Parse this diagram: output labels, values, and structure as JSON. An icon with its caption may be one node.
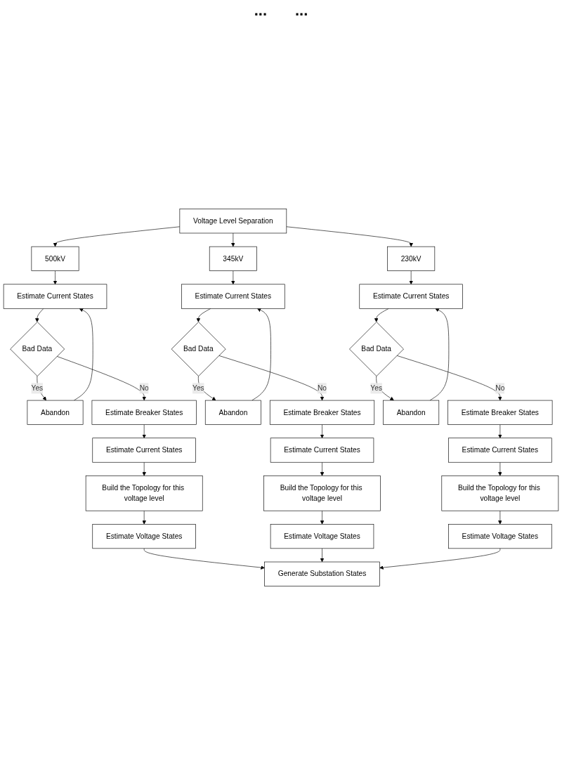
{
  "diagram": {
    "nodes": [
      {
        "text": [
          "Voltage Level Separation"
        ]
      },
      {
        "text": [
          "500kV"
        ]
      },
      {
        "text": [
          "Estimate Current States"
        ]
      },
      {
        "text": [
          "Abandon"
        ]
      },
      {
        "text": [
          "Bad Data"
        ]
      },
      {
        "text": [
          "Estimate Breaker States"
        ]
      },
      {
        "text": [
          "Estimate Current States"
        ]
      },
      {
        "text": [
          "Build the Topology for this voltage level"
        ]
      },
      {
        "text": [
          "Estimate Voltage States"
        ]
      },
      {
        "text": [
          "345kV"
        ]
      },
      {
        "text": [
          "Estimate Current States"
        ]
      },
      {
        "text": [
          "Abandon"
        ]
      },
      {
        "text": [
          "Bad Data"
        ]
      },
      {
        "text": [
          "Estimate Breaker States"
        ]
      },
      {
        "text": [
          "Estimate Current States"
        ]
      },
      {
        "text": [
          "Build the Topology for this voltage level"
        ]
      },
      {
        "text": [
          "Estimate Voltage States"
        ]
      },
      {
        "text": [
          "230kV"
        ]
      },
      {
        "text": [
          "Estimate Current States"
        ]
      },
      {
        "text": [
          "Abandon"
        ]
      },
      {
        "text": [
          "Bad Data"
        ]
      },
      {
        "text": [
          "Estimate Breaker States"
        ]
      },
      {
        "text": [
          "Estimate Current States"
        ]
      },
      {
        "text": [
          "Build the Topology for this voltage level"
        ]
      },
      {
        "text": [
          "Estimate Voltage States"
        ]
      },
      {
        "text": [
          "Generate Substation States"
        ]
      }
    ],
    "edges": [
      {
        "from": 0,
        "to": 1,
        "arrow": "to"
      },
      {
        "from": 1,
        "to": 2,
        "arrow": "to"
      },
      {
        "from": 2,
        "to": 4,
        "arrow": "to"
      },
      {
        "from": 4,
        "to": 3,
        "label": "Yes",
        "arrow": "to"
      },
      {
        "from": 3,
        "to": 2,
        "arrow": "to"
      },
      {
        "from": 4,
        "to": 5,
        "label": "No",
        "arrow": "to"
      },
      {
        "from": 5,
        "to": 6,
        "arrow": "to"
      },
      {
        "from": 6,
        "to": 7,
        "arrow": "to"
      },
      {
        "from": 7,
        "to": 8,
        "arrow": "to"
      },
      {
        "from": 8,
        "to": 25,
        "arrow": "to"
      },
      {
        "from": 0,
        "to": 9,
        "arrow": "to"
      },
      {
        "from": 9,
        "to": 10,
        "arrow": "to"
      },
      {
        "from": 10,
        "to": 12,
        "arrow": "to"
      },
      {
        "from": 12,
        "to": 11,
        "label": "Yes",
        "arrow": "to"
      },
      {
        "from": 11,
        "to": 10,
        "arrow": "to"
      },
      {
        "from": 12,
        "to": 13,
        "label": "No",
        "arrow": "to"
      },
      {
        "from": 13,
        "to": 14,
        "arrow": "to"
      },
      {
        "from": 14,
        "to": 15,
        "arrow": "to"
      },
      {
        "from": 15,
        "to": 16,
        "arrow": "to"
      },
      {
        "from": 16,
        "to": 25,
        "arrow": "to"
      },
      {
        "from": 0,
        "to": 17,
        "arrow": "to"
      },
      {
        "from": 17,
        "to": 18,
        "arrow": "to"
      },
      {
        "from": 18,
        "to": 20,
        "arrow": "to"
      },
      {
        "from": 20,
        "to": 19,
        "label": "Yes",
        "arrow": "to"
      },
      {
        "from": 19,
        "to": 18,
        "arrow": "to"
      },
      {
        "from": 20,
        "to": 21,
        "label": "No",
        "arrow": "to"
      },
      {
        "from": 21,
        "to": 22,
        "arrow": "to"
      },
      {
        "from": 22,
        "to": 23,
        "arrow": "to"
      },
      {
        "from": 23,
        "to": 24,
        "arrow": "to"
      },
      {
        "from": 24,
        "to": 25,
        "arrow": "to"
      }
    ],
    "labels": [
      "...",
      "..."
    ]
  }
}
